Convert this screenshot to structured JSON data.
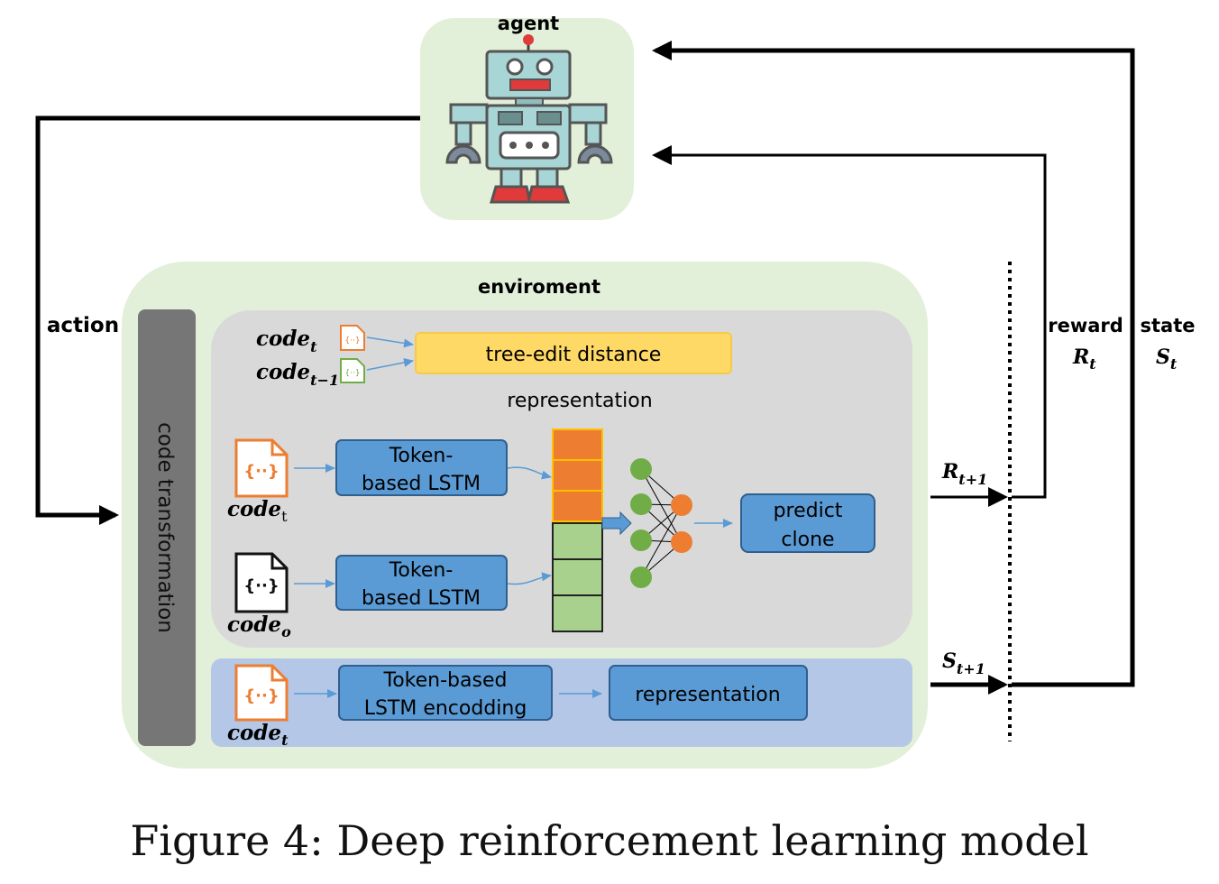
{
  "agent": {
    "label": "agent"
  },
  "environment": {
    "label": "enviroment"
  },
  "left_bar": {
    "label": "code transformation"
  },
  "action": {
    "label": "action"
  },
  "reward": {
    "label": "reward",
    "symbol": "R",
    "subscript": "t"
  },
  "state": {
    "label": "state",
    "symbol": "S",
    "subscript": "t"
  },
  "r_next": {
    "symbol": "R",
    "subscript": "t+1"
  },
  "s_next": {
    "symbol": "S",
    "subscript": "t+1"
  },
  "reward_block": {
    "code_t": {
      "base": "code",
      "sub": "t"
    },
    "code_t1": {
      "base": "code",
      "sub": "t−1"
    },
    "file_glyph": "{··}",
    "tree_edit": "tree-edit distance",
    "representation_label": "representation",
    "lstm_top": [
      "Token-",
      "based LSTM"
    ],
    "lstm_bottom": [
      "Token-",
      "based LSTM"
    ],
    "code_top": {
      "base": "code",
      "sub": "t"
    },
    "code_bottom": {
      "base": "code",
      "sub": "o"
    },
    "predict": [
      "predict",
      "clone"
    ]
  },
  "state_block": {
    "code": {
      "base": "code",
      "sub": "t"
    },
    "lstm": [
      "Token-based",
      "LSTM encodding"
    ],
    "representation": "representation"
  },
  "caption": "Figure 4: Deep reinforcement learning model",
  "colors": {
    "agent_bg": "#e2efd9",
    "env_bg": "#e2efd9",
    "gray_panel": "#d9d9d9",
    "blue_panel": "#b4c7e7",
    "yellow_box": "#ffd966",
    "box_blue": "#5b9bd5",
    "orange": "#ed7d31",
    "green": "#70ad47",
    "bar_gray": "#767676"
  }
}
